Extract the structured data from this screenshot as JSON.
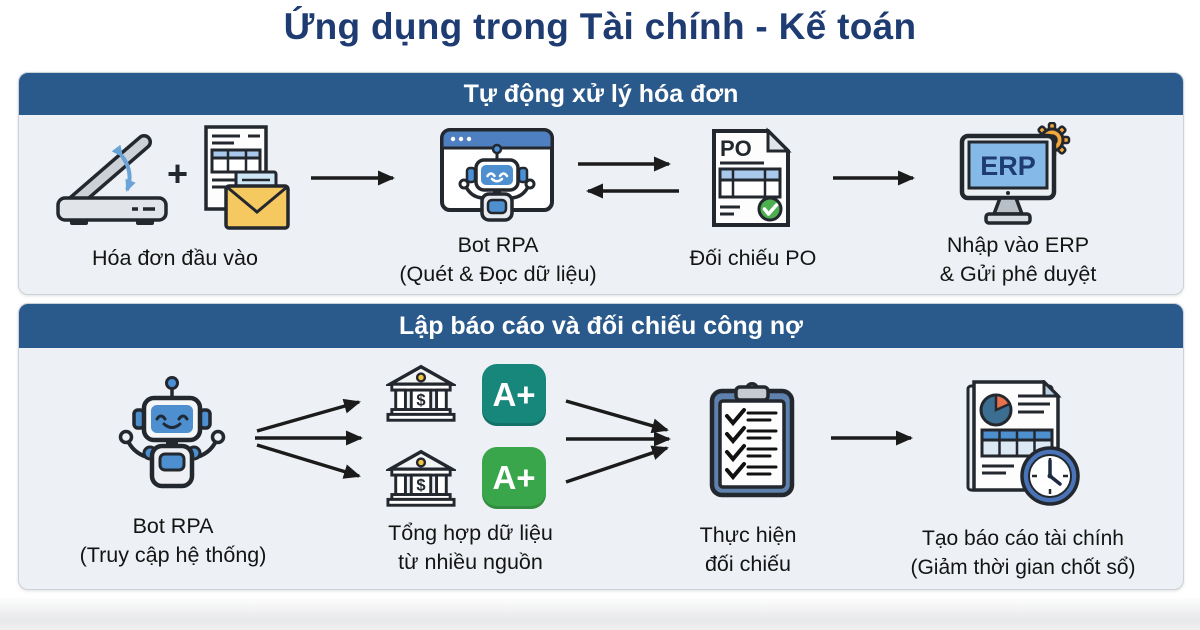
{
  "title": "Ứng dụng trong Tài chính - Kế toán",
  "panel1": {
    "header": "Tự động xử lý hóa đơn",
    "plus_sign": "+",
    "po_label": "PO",
    "erp_label": "ERP",
    "steps": [
      {
        "line1": "Hóa đơn đầu vào",
        "line2": ""
      },
      {
        "line1": "Bot RPA",
        "line2": "(Quét & Đọc dữ liệu)"
      },
      {
        "line1": "Đối chiếu PO",
        "line2": ""
      },
      {
        "line1": "Nhập vào ERP",
        "line2": "& Gửi phê duyệt"
      }
    ]
  },
  "panel2": {
    "header": "Lập báo cáo và đối chiếu công nợ",
    "dollar_sign": "$",
    "badges": [
      {
        "label": "A+",
        "color": "#17867b"
      },
      {
        "label": "A+",
        "color": "#3aa64b"
      }
    ],
    "steps": [
      {
        "line1": "Bot RPA",
        "line2": "(Truy cập hệ thống)"
      },
      {
        "line1": "Tổng hợp dữ liệu",
        "line2": "từ nhiều nguồn"
      },
      {
        "line1": "Thực hiện",
        "line2": "đối chiếu"
      },
      {
        "line1": "Tạo báo cáo tài chính",
        "line2": "(Giảm thời gian chốt sổ)"
      }
    ]
  },
  "colors": {
    "header_bg": "#2a598c",
    "title": "#1e3c72",
    "panel_bg": "#edf0f4",
    "badge_teal": "#17867b",
    "badge_green": "#3aa64b",
    "arrow": "#1b1b1b"
  }
}
